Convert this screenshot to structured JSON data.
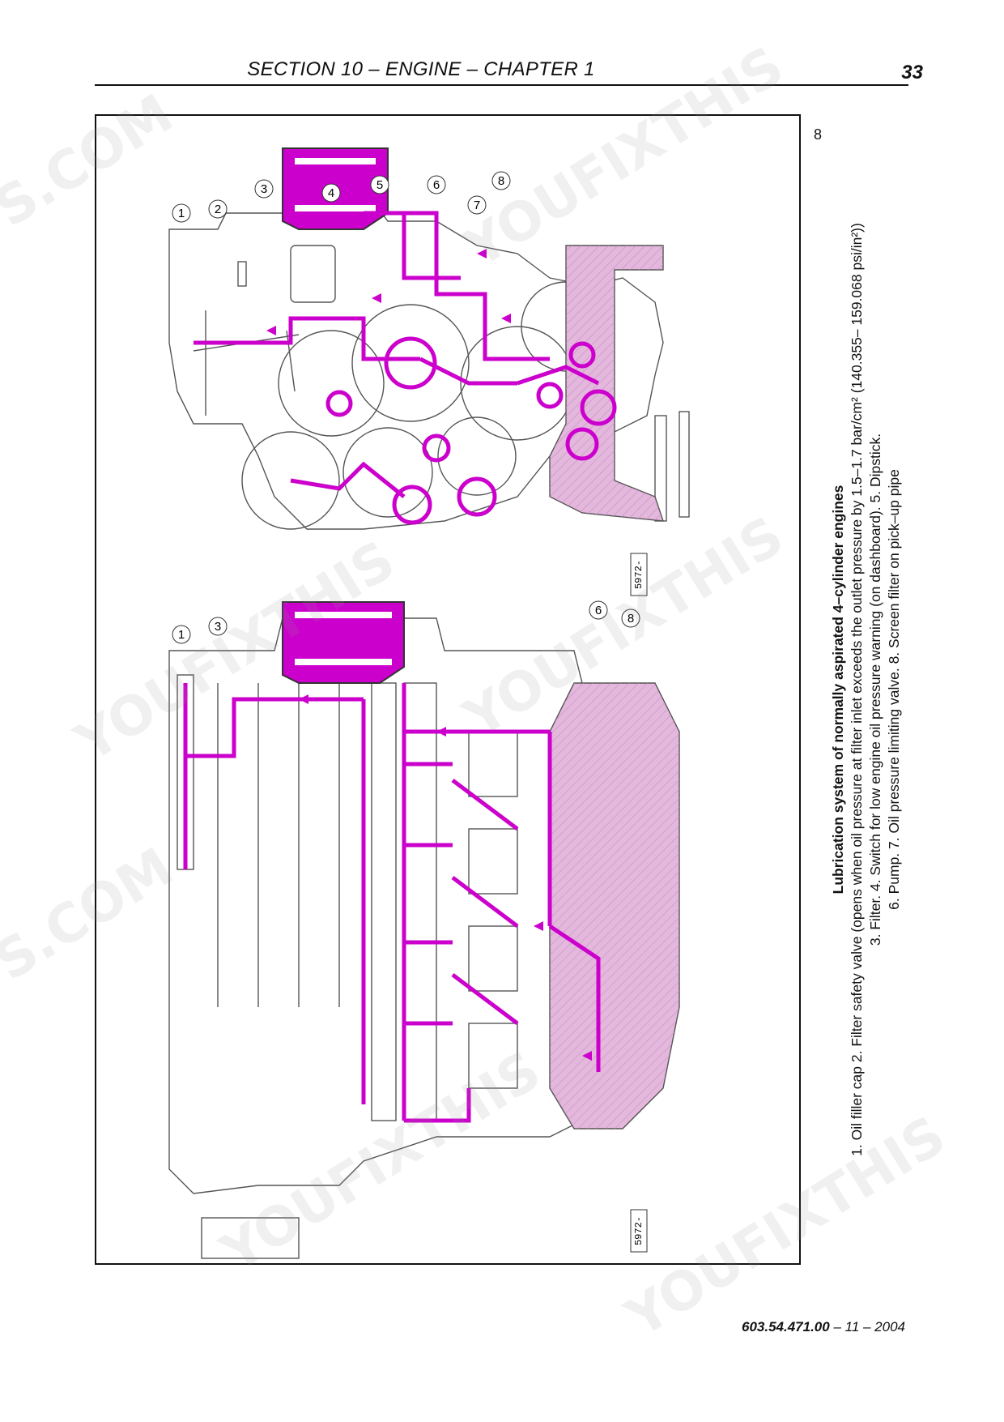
{
  "header": {
    "section_title": "SECTION 10 – ENGINE – CHAPTER 1",
    "page_number": "33"
  },
  "figure": {
    "number": "8",
    "drawing_code": "5972-",
    "callouts_left_view": [
      "1",
      "3",
      "6",
      "8"
    ],
    "callouts_right_view": [
      "1",
      "2",
      "3",
      "4",
      "5",
      "6",
      "7",
      "8"
    ],
    "oil_color": "#cc00cc",
    "sump_color": "#e4b7dd"
  },
  "caption": {
    "title": "Lubrication system of normally aspirated 4–cylinder engines",
    "line1": "1. Oil filler cap 2. Filter safety valve (opens when oil pressure at filter inlet exceeds the outlet pressure by 1.5–1.7 bar/cm² (140.355– 159.068 psi/in²))",
    "line2": "3. Filter. 4. Switch for low engine oil pressure warning (on dashboard). 5. Dipstick.",
    "line3": "6. Pump. 7. Oil pressure limiting valve. 8. Screen filter on pick–up pipe"
  },
  "footer": {
    "doc_code": "603.54.471.00",
    "date": "– 11 – 2004"
  },
  "watermark": {
    "text_a": "YOUFIXTHIS",
    "text_b": "S.COM"
  }
}
